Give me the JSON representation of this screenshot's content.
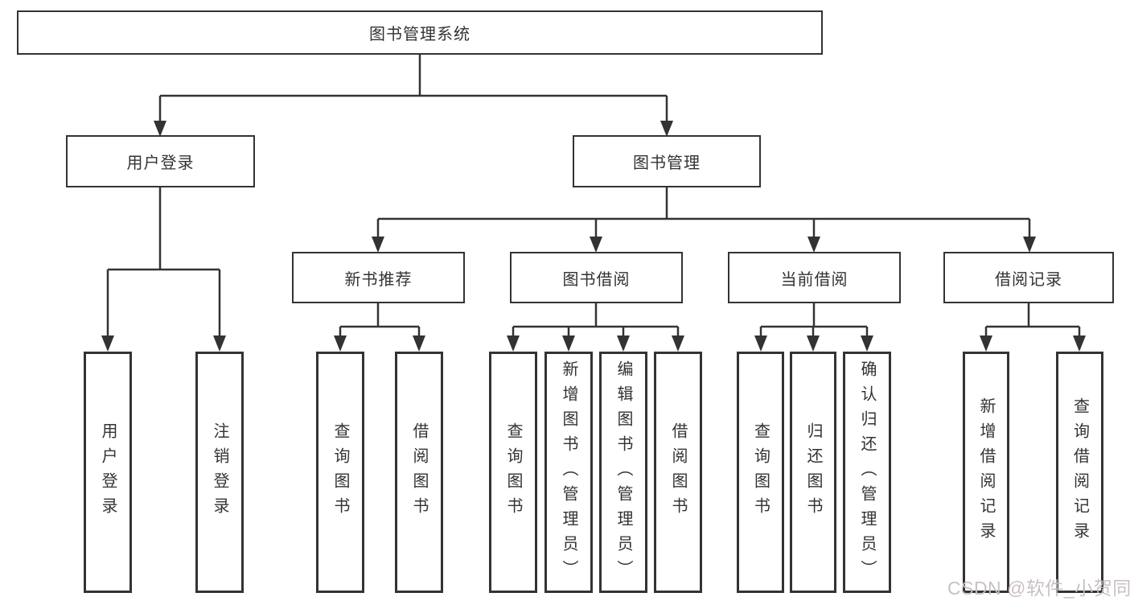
{
  "diagram": {
    "root": {
      "label": "图书管理系统"
    },
    "level2": [
      {
        "label": "用户登录"
      },
      {
        "label": "图书管理"
      }
    ],
    "level3": [
      {
        "label": "新书推荐",
        "parent": "图书管理"
      },
      {
        "label": "图书借阅",
        "parent": "图书管理"
      },
      {
        "label": "当前借阅",
        "parent": "图书管理"
      },
      {
        "label": "借阅记录",
        "parent": "图书管理"
      }
    ],
    "leaves": [
      {
        "label": "用户登录",
        "parent": "用户登录"
      },
      {
        "label": "注销登录",
        "parent": "用户登录"
      },
      {
        "label": "查询图书",
        "parent": "新书推荐"
      },
      {
        "label": "借阅图书",
        "parent": "新书推荐"
      },
      {
        "label": "查询图书",
        "parent": "图书借阅"
      },
      {
        "label": "新增图书（管理员）",
        "parent": "图书借阅"
      },
      {
        "label": "编辑图书（管理员）",
        "parent": "图书借阅"
      },
      {
        "label": "借阅图书",
        "parent": "图书借阅"
      },
      {
        "label": "查询图书",
        "parent": "当前借阅"
      },
      {
        "label": "归还图书",
        "parent": "当前借阅"
      },
      {
        "label": "确认归还（管理员）",
        "parent": "当前借阅"
      },
      {
        "label": "新增借阅记录",
        "parent": "借阅记录"
      },
      {
        "label": "查询借阅记录",
        "parent": "借阅记录"
      }
    ],
    "watermark": "CSDN @软件_小贺同学",
    "colors": {
      "line": "#333333",
      "box_border": "#333333",
      "text": "#333333",
      "watermark": "#c7bdbf",
      "background": "#ffffff"
    }
  }
}
